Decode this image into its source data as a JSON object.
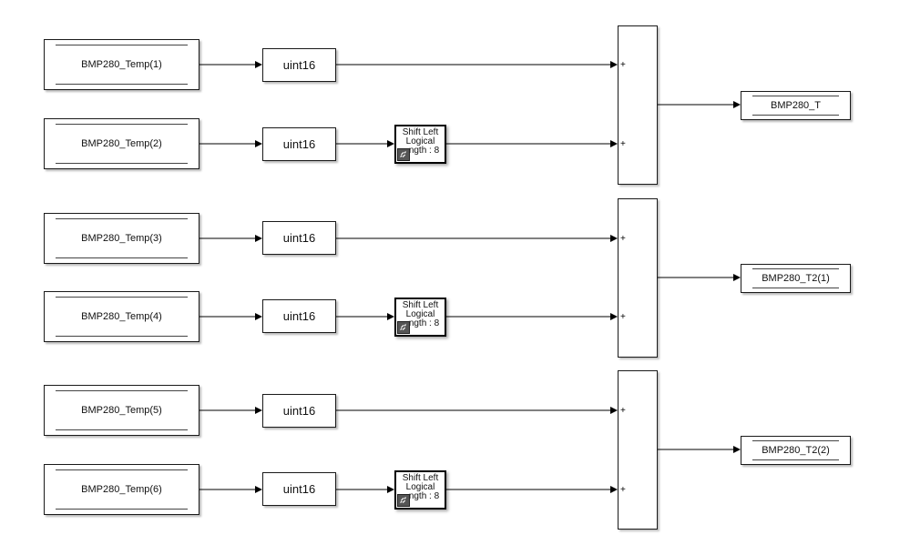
{
  "sources": [
    {
      "label": "BMP280_Temp(1)"
    },
    {
      "label": "BMP280_Temp(2)"
    },
    {
      "label": "BMP280_Temp(3)"
    },
    {
      "label": "BMP280_Temp(4)"
    },
    {
      "label": "BMP280_Temp(5)"
    },
    {
      "label": "BMP280_Temp(6)"
    }
  ],
  "convert_label": "uint16",
  "shift": {
    "line1": "Shift Left",
    "line2": "Logical",
    "line3": "ngth : 8",
    "icon": "link-icon"
  },
  "sum_sign": "+",
  "outputs": [
    {
      "label": "BMP280_T"
    },
    {
      "label": "BMP280_T2(1)"
    },
    {
      "label": "BMP280_T2(2)"
    }
  ]
}
